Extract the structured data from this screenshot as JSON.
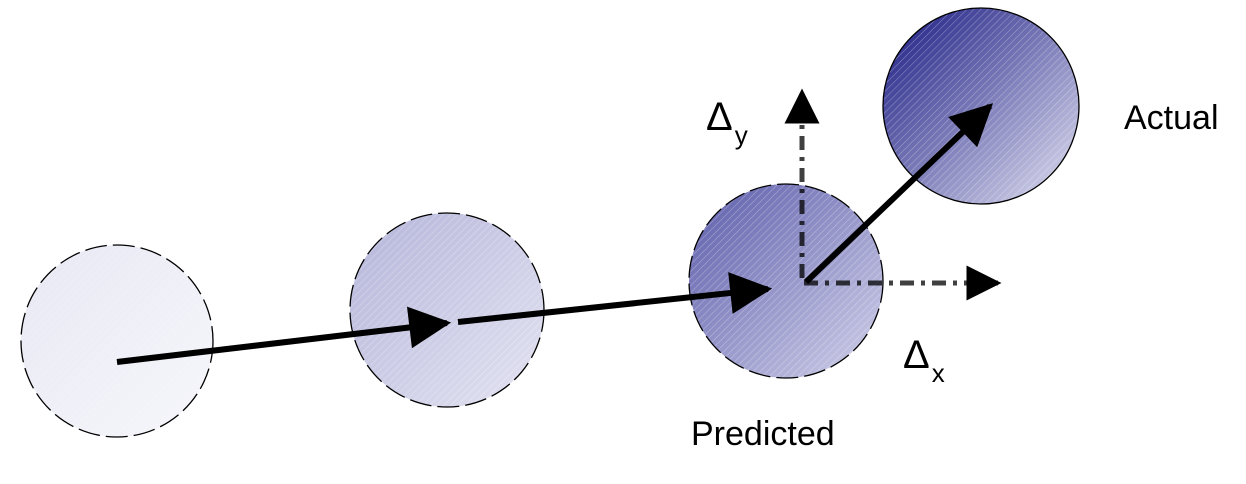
{
  "labels": {
    "actual": "Actual",
    "predicted": "Predicted",
    "delta_symbol": "Δ",
    "delta_y_sub": "y",
    "delta_x_sub": "x"
  },
  "colors": {
    "ball_tint": "#3c3c9a",
    "actual_dark": "#1c1c80",
    "outline": "#000000",
    "arrow": "#000000",
    "dashed_axis": "#444444"
  }
}
